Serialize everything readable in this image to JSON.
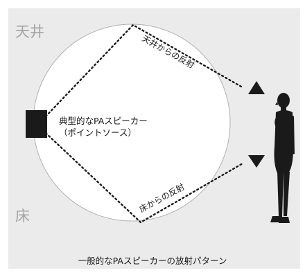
{
  "labels": {
    "ceiling": "天井",
    "floor": "床",
    "speaker_line1": "典型的なPAスピーカー",
    "speaker_line2": "（ポイントソース）",
    "ceiling_reflection": "天井からの反射",
    "floor_reflection": "床からの反射",
    "caption": "一般的なPAスピーカーの放射パターン"
  },
  "colors": {
    "panel_background": "#ebebeb",
    "circle_fill": "#ffffff",
    "circle_stroke": "#b0b0b0",
    "ink": "#1a1a1a",
    "room_label": "#a3a3a3"
  },
  "icons": {
    "speaker": "speaker-box-icon",
    "listener": "standing-man-silhouette-icon",
    "direction": "triangle-arrow-icon"
  }
}
